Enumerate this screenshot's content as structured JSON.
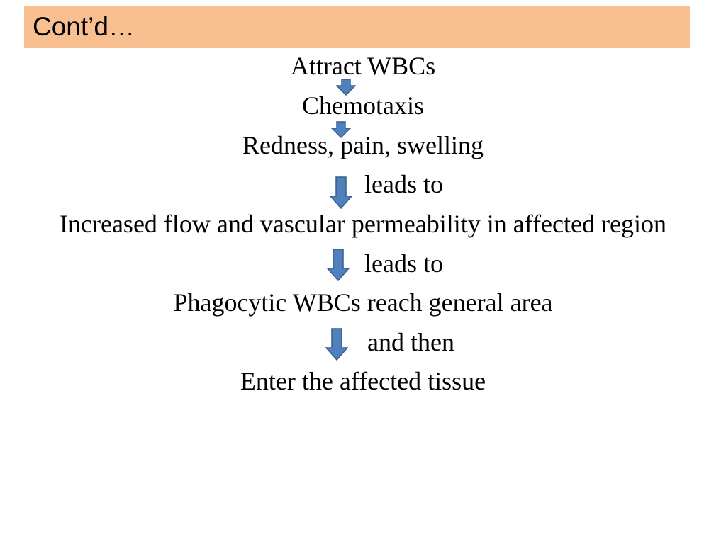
{
  "slide": {
    "title": "Cont’d…"
  },
  "flow": {
    "steps": [
      "Attract WBCs",
      "Chemotaxis",
      "Redness, pain, swelling",
      "Increased flow and vascular permeability in affected region",
      "Phagocytic WBCs reach general area",
      "Enter the affected tissue"
    ],
    "connectors": [
      "",
      "",
      "leads to",
      "leads to",
      "and then"
    ]
  },
  "colors": {
    "title_background": "#f8c090",
    "arrow_fill": "#4f81bd",
    "arrow_stroke": "#385d8a"
  }
}
